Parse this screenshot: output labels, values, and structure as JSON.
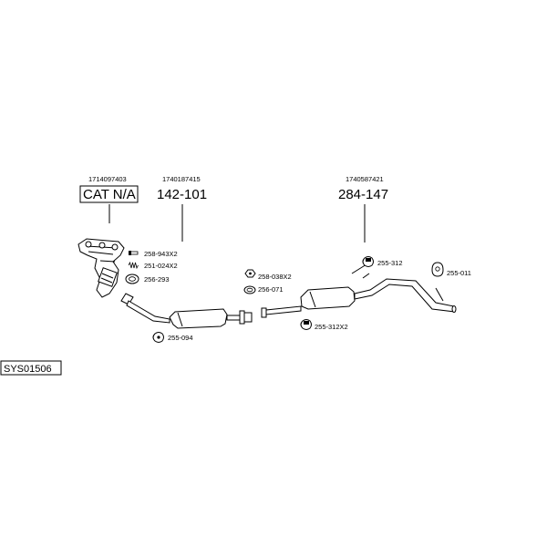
{
  "diagram_code": "SYS01506",
  "assemblies": [
    {
      "part_number": "1714097403",
      "label": "CAT N/A"
    },
    {
      "part_number": "1740187415",
      "label": "142-101"
    },
    {
      "part_number": "1740587421",
      "label": "284-147"
    }
  ],
  "parts": [
    {
      "code": "258-943X2",
      "icon": "bolt-icon"
    },
    {
      "code": "251-024X2",
      "icon": "spring-icon"
    },
    {
      "code": "256-293",
      "icon": "gasket-ring-icon"
    },
    {
      "code": "255-094",
      "icon": "rubber-mount-icon"
    },
    {
      "code": "258-038X2",
      "icon": "nut-icon"
    },
    {
      "code": "256-071",
      "icon": "gasket-ring-icon"
    },
    {
      "code": "255-312X2",
      "icon": "rubber-mount-icon"
    },
    {
      "code": "255-312",
      "icon": "rubber-mount-icon"
    },
    {
      "code": "255-011",
      "icon": "hanger-ring-icon"
    }
  ],
  "colors": {
    "line": "#000000",
    "background": "#ffffff"
  }
}
